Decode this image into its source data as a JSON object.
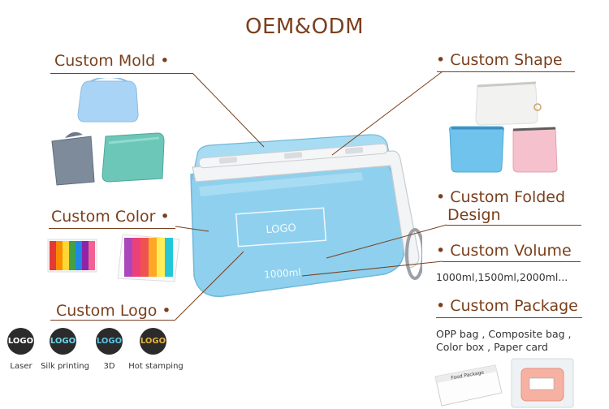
{
  "title": "OEM&ODM",
  "features": {
    "mold": "Custom Mold •",
    "color": "Custom Color •",
    "logo": "Custom Logo •",
    "shape": "• Custom Shape",
    "folded_line1": "• Custom Folded",
    "folded_line2": "Design",
    "volume": "• Custom Volume",
    "package": "• Custom Package"
  },
  "volume_values": "1000ml,1500ml,2000ml...",
  "package_line1": "OPP bag , Composite bag ,",
  "package_line2": "Color box , Paper card",
  "product": {
    "logo_text": "LOGO",
    "volume_text": "1000ml"
  },
  "logo_methods": [
    {
      "badge": "LOGO",
      "label": "Laser",
      "color": "#ffffff"
    },
    {
      "badge": "LOGO",
      "label": "Silk printing",
      "color": "#6fd3e8"
    },
    {
      "badge": "LOGO",
      "label": "3D",
      "color": "#5bc4e0"
    },
    {
      "badge": "LOGO",
      "label": "Hot stamping",
      "color": "#e0b341"
    }
  ],
  "box_label": "Food Package",
  "colors": {
    "accent": "#7a3f1c",
    "product_blue": "#8fd0ee"
  }
}
